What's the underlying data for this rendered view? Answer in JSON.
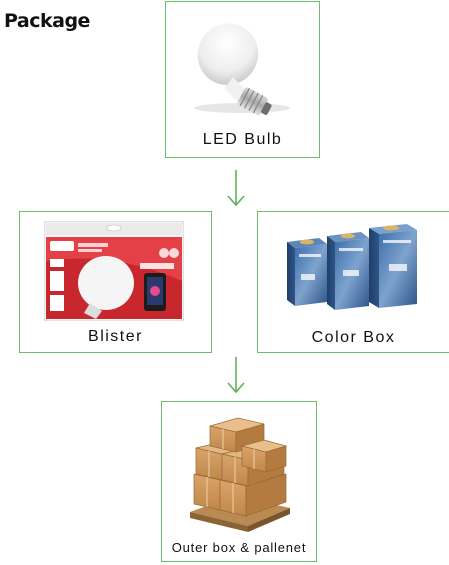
{
  "title": "Package",
  "stages": {
    "bulb": {
      "label": "LED Bulb"
    },
    "blister": {
      "label": "Blister"
    },
    "colorbox": {
      "label": "Color Box"
    },
    "outer": {
      "label": "Outer box & pallenet"
    }
  },
  "colors": {
    "card_border": "#6cbf6a",
    "arrow": "#5fb25a"
  },
  "icons": [
    "led-bulb-image",
    "blister-pack-image",
    "color-box-image",
    "pallet-boxes-image",
    "arrow-down-icon"
  ]
}
